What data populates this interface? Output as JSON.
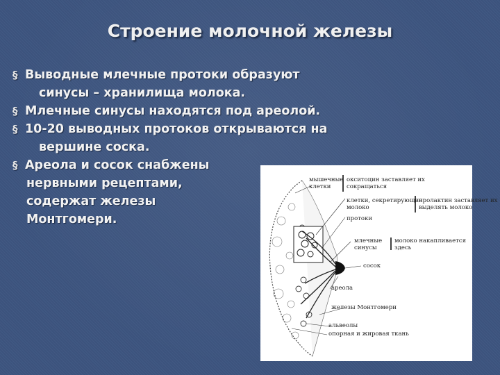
{
  "slide": {
    "title": "Строение молочной железы",
    "bullets": [
      {
        "line1": "Выводные млечные протоки образуют",
        "line2": "синусы – хранилища молока."
      },
      {
        "line1": "Млечные синусы находятся под ареолой."
      },
      {
        "line1": "10-20 выводных протоков открываются на",
        "line2": "вершине соска."
      },
      {
        "line1": "Ареола и сосок снабжены",
        "line2": "нервными рецептами,",
        "line3": "содержат железы",
        "line4": "Монтгомери."
      }
    ],
    "bullet_marker": "§"
  },
  "diagram": {
    "labels": {
      "muscle_cells_1": "мышечные",
      "muscle_cells_2": "клетки",
      "oxytocin_1": "окситоцин заставляет их",
      "oxytocin_2": "сокращаться",
      "secreting_1": "клетки, секретирующие",
      "secreting_2": "молоко",
      "prolactin_1": "пролактин заставляет их",
      "prolactin_2": "выделять молоко",
      "ducts": "протоки",
      "sinuses_1": "млечные",
      "sinuses_2": "синусы",
      "milk_acc_1": "молоко накапливается",
      "milk_acc_2": "здесь",
      "nipple": "сосок",
      "areola": "ареола",
      "montgomery": "железы Монтгомери",
      "alveoli": "альвеолы",
      "tissue": "опорная и жировая ткань"
    }
  }
}
